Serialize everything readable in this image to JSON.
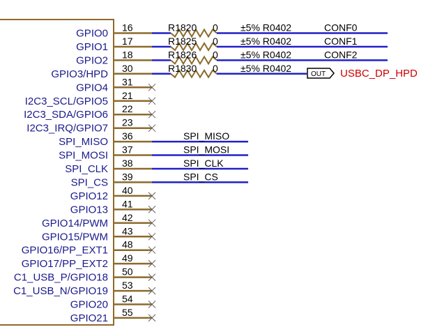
{
  "colors": {
    "pin_wire": "#8B6B2B",
    "net_wire": "#2020c8",
    "pin_text": "#1a1a8c",
    "net_label": "#cc0000",
    "nc_mark": "#606060"
  },
  "pins": [
    {
      "label": "GPIO0",
      "num": "16",
      "kind": "resistor"
    },
    {
      "label": "GPIO1",
      "num": "17",
      "kind": "resistor"
    },
    {
      "label": "GPIO2",
      "num": "18",
      "kind": "resistor"
    },
    {
      "label": "GPIO3/HPD",
      "num": "30",
      "kind": "resistor"
    },
    {
      "label": "GPIO4",
      "num": "31",
      "kind": "nc"
    },
    {
      "label": "I2C3_SCL/GPIO5",
      "num": "21",
      "kind": "nc"
    },
    {
      "label": "I2C3_SDA/GPIO6",
      "num": "22",
      "kind": "nc"
    },
    {
      "label": "I2C3_IRQ/GPIO7",
      "num": "23",
      "kind": "nc"
    },
    {
      "label": "SPI_MISO",
      "num": "36",
      "kind": "net"
    },
    {
      "label": "SPI_MOSI",
      "num": "37",
      "kind": "net"
    },
    {
      "label": "SPI_CLK",
      "num": "38",
      "kind": "net"
    },
    {
      "label": "SPI_CS",
      "num": "39",
      "kind": "net"
    },
    {
      "label": "GPIO12",
      "num": "40",
      "kind": "nc"
    },
    {
      "label": "GPIO13",
      "num": "41",
      "kind": "nc"
    },
    {
      "label": "GPIO14/PWM",
      "num": "42",
      "kind": "nc"
    },
    {
      "label": "GPIO15/PWM",
      "num": "43",
      "kind": "nc"
    },
    {
      "label": "GPIO16/PP_EXT1",
      "num": "48",
      "kind": "nc"
    },
    {
      "label": "GPIO17/PP_EXT2",
      "num": "49",
      "kind": "nc"
    },
    {
      "label": "C1_USB_P/GPIO18",
      "num": "50",
      "kind": "nc"
    },
    {
      "label": "C1_USB_N/GPIO19",
      "num": "53",
      "kind": "nc"
    },
    {
      "label": "GPIO20",
      "num": "54",
      "kind": "nc"
    },
    {
      "label": "GPIO21",
      "num": "55",
      "kind": "nc"
    }
  ],
  "resistors": [
    {
      "ref": "R1820",
      "value": "0",
      "spec": "±5% R0402",
      "net": "CONF0"
    },
    {
      "ref": "R1825",
      "value": "0",
      "spec": "±5% R0402",
      "net": "CONF1"
    },
    {
      "ref": "R1826",
      "value": "0",
      "spec": "±5% R0402",
      "net": "CONF2"
    },
    {
      "ref": "R1830",
      "value": "0",
      "spec": "±5% R0402",
      "net": ""
    }
  ],
  "spi_nets": [
    "SPI_MISO",
    "SPI_MOSI",
    "SPI_CLK",
    "SPI_CS"
  ],
  "output_port": {
    "label": "OUT",
    "net": "USBC_DP_HPD"
  }
}
